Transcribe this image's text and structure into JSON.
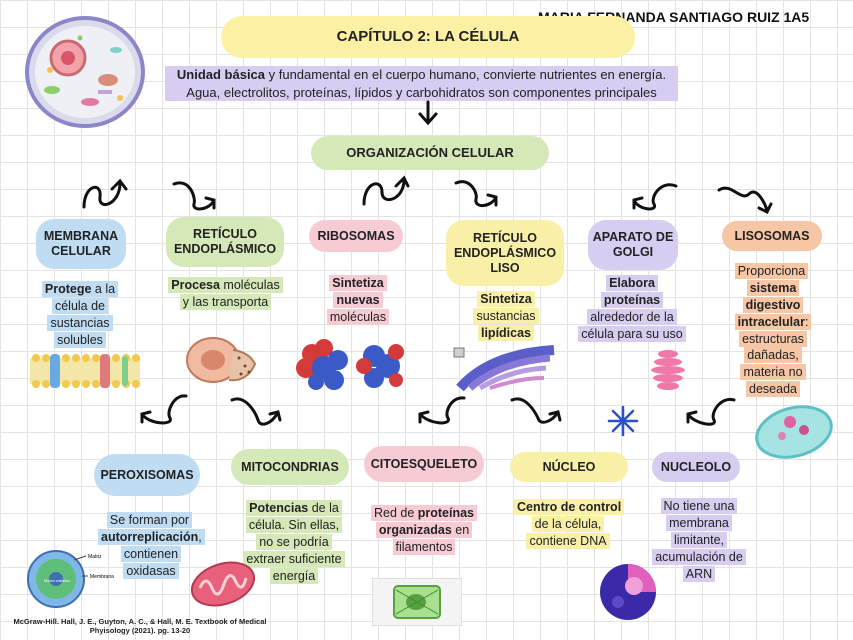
{
  "header": {
    "author": "MARIA FERNANDA SANTIAGO RUIZ 1A5",
    "title": "CAPÍTULO 2: LA CÉLULA",
    "intro_bold": "Unidad básica",
    "intro_rest": " y fundamental en el cuerpo humano,  convierte nutrientes en energía.",
    "intro_line2": "Agua, electrolitos, proteínas, lípidos y carbohidratos son componentes principales"
  },
  "center": {
    "label": "ORGANIZACIÓN CELULAR"
  },
  "organelles": [
    {
      "title": "MEMBRANA CELULAR",
      "d1b": "Protege",
      "d1": " a la célula de sustancias solubles"
    },
    {
      "title": "RETÍCULO ENDOPLÁSMICO",
      "d1b": "Procesa",
      "d1": " moléculas y las transporta"
    },
    {
      "title": "RIBOSOMAS",
      "d1b": "Sintetiza nuevas",
      "d1": " moléculas"
    },
    {
      "title": "RETÍCULO ENDOPLÁSMICO LISO",
      "d1b": "Sintetiza",
      "d1": " sustancias ",
      "d2b": "lipídicas"
    },
    {
      "title": "APARATO DE GOLGI",
      "d1b": "Elabora proteínas",
      "d1": " alrededor de la célula para su uso"
    },
    {
      "title": "LISOSOMAS",
      "d0": "Proporciona ",
      "d1b": "sistema digestivo intracelular",
      "d1": ": estructuras dañadas, materia no deseada"
    },
    {
      "title": "PEROXISOMAS",
      "d0": "Se forman por ",
      "d1b": "autorreplicación",
      "d1": ", contienen oxidasas"
    },
    {
      "title": "MITOCONDRIAS",
      "d1b": "Potencias",
      "d1": " de la célula. Sin ellas, no se podría extraer suficiente energía"
    },
    {
      "title": "CITOESQUELETO",
      "d0": "Red de ",
      "d1b": "proteínas organizadas",
      "d1": " en filamentos"
    },
    {
      "title": "NÚCLEO",
      "d1b": "Centro de control",
      "d1": " de la célula, contiene DNA"
    },
    {
      "title": "NUCLEOLO",
      "d0": "No tiene una membrana limitante, acumulación de ARN"
    }
  ],
  "diagram_labels": {
    "perox_1": "Matriz",
    "perox_2": "Membrana",
    "perox_3": "Núcleo cristalino"
  },
  "reference": "McGraw-Hill. Hall, J. E., Guyton, A. C., & Hall, M. E.  Textbook of Medical Phyisology (2021). pg. 13-20",
  "colors": {
    "title_yellow": "#fbf0a3",
    "intro_purple": "#d6cdf1",
    "center_green": "#d5e8b8",
    "blue": "#bfdcf2",
    "green": "#d5e8b8",
    "pink": "#f6cbd3",
    "yellow": "#f9f0a8",
    "purple": "#d6cdf1",
    "orange": "#f6c6a5"
  }
}
